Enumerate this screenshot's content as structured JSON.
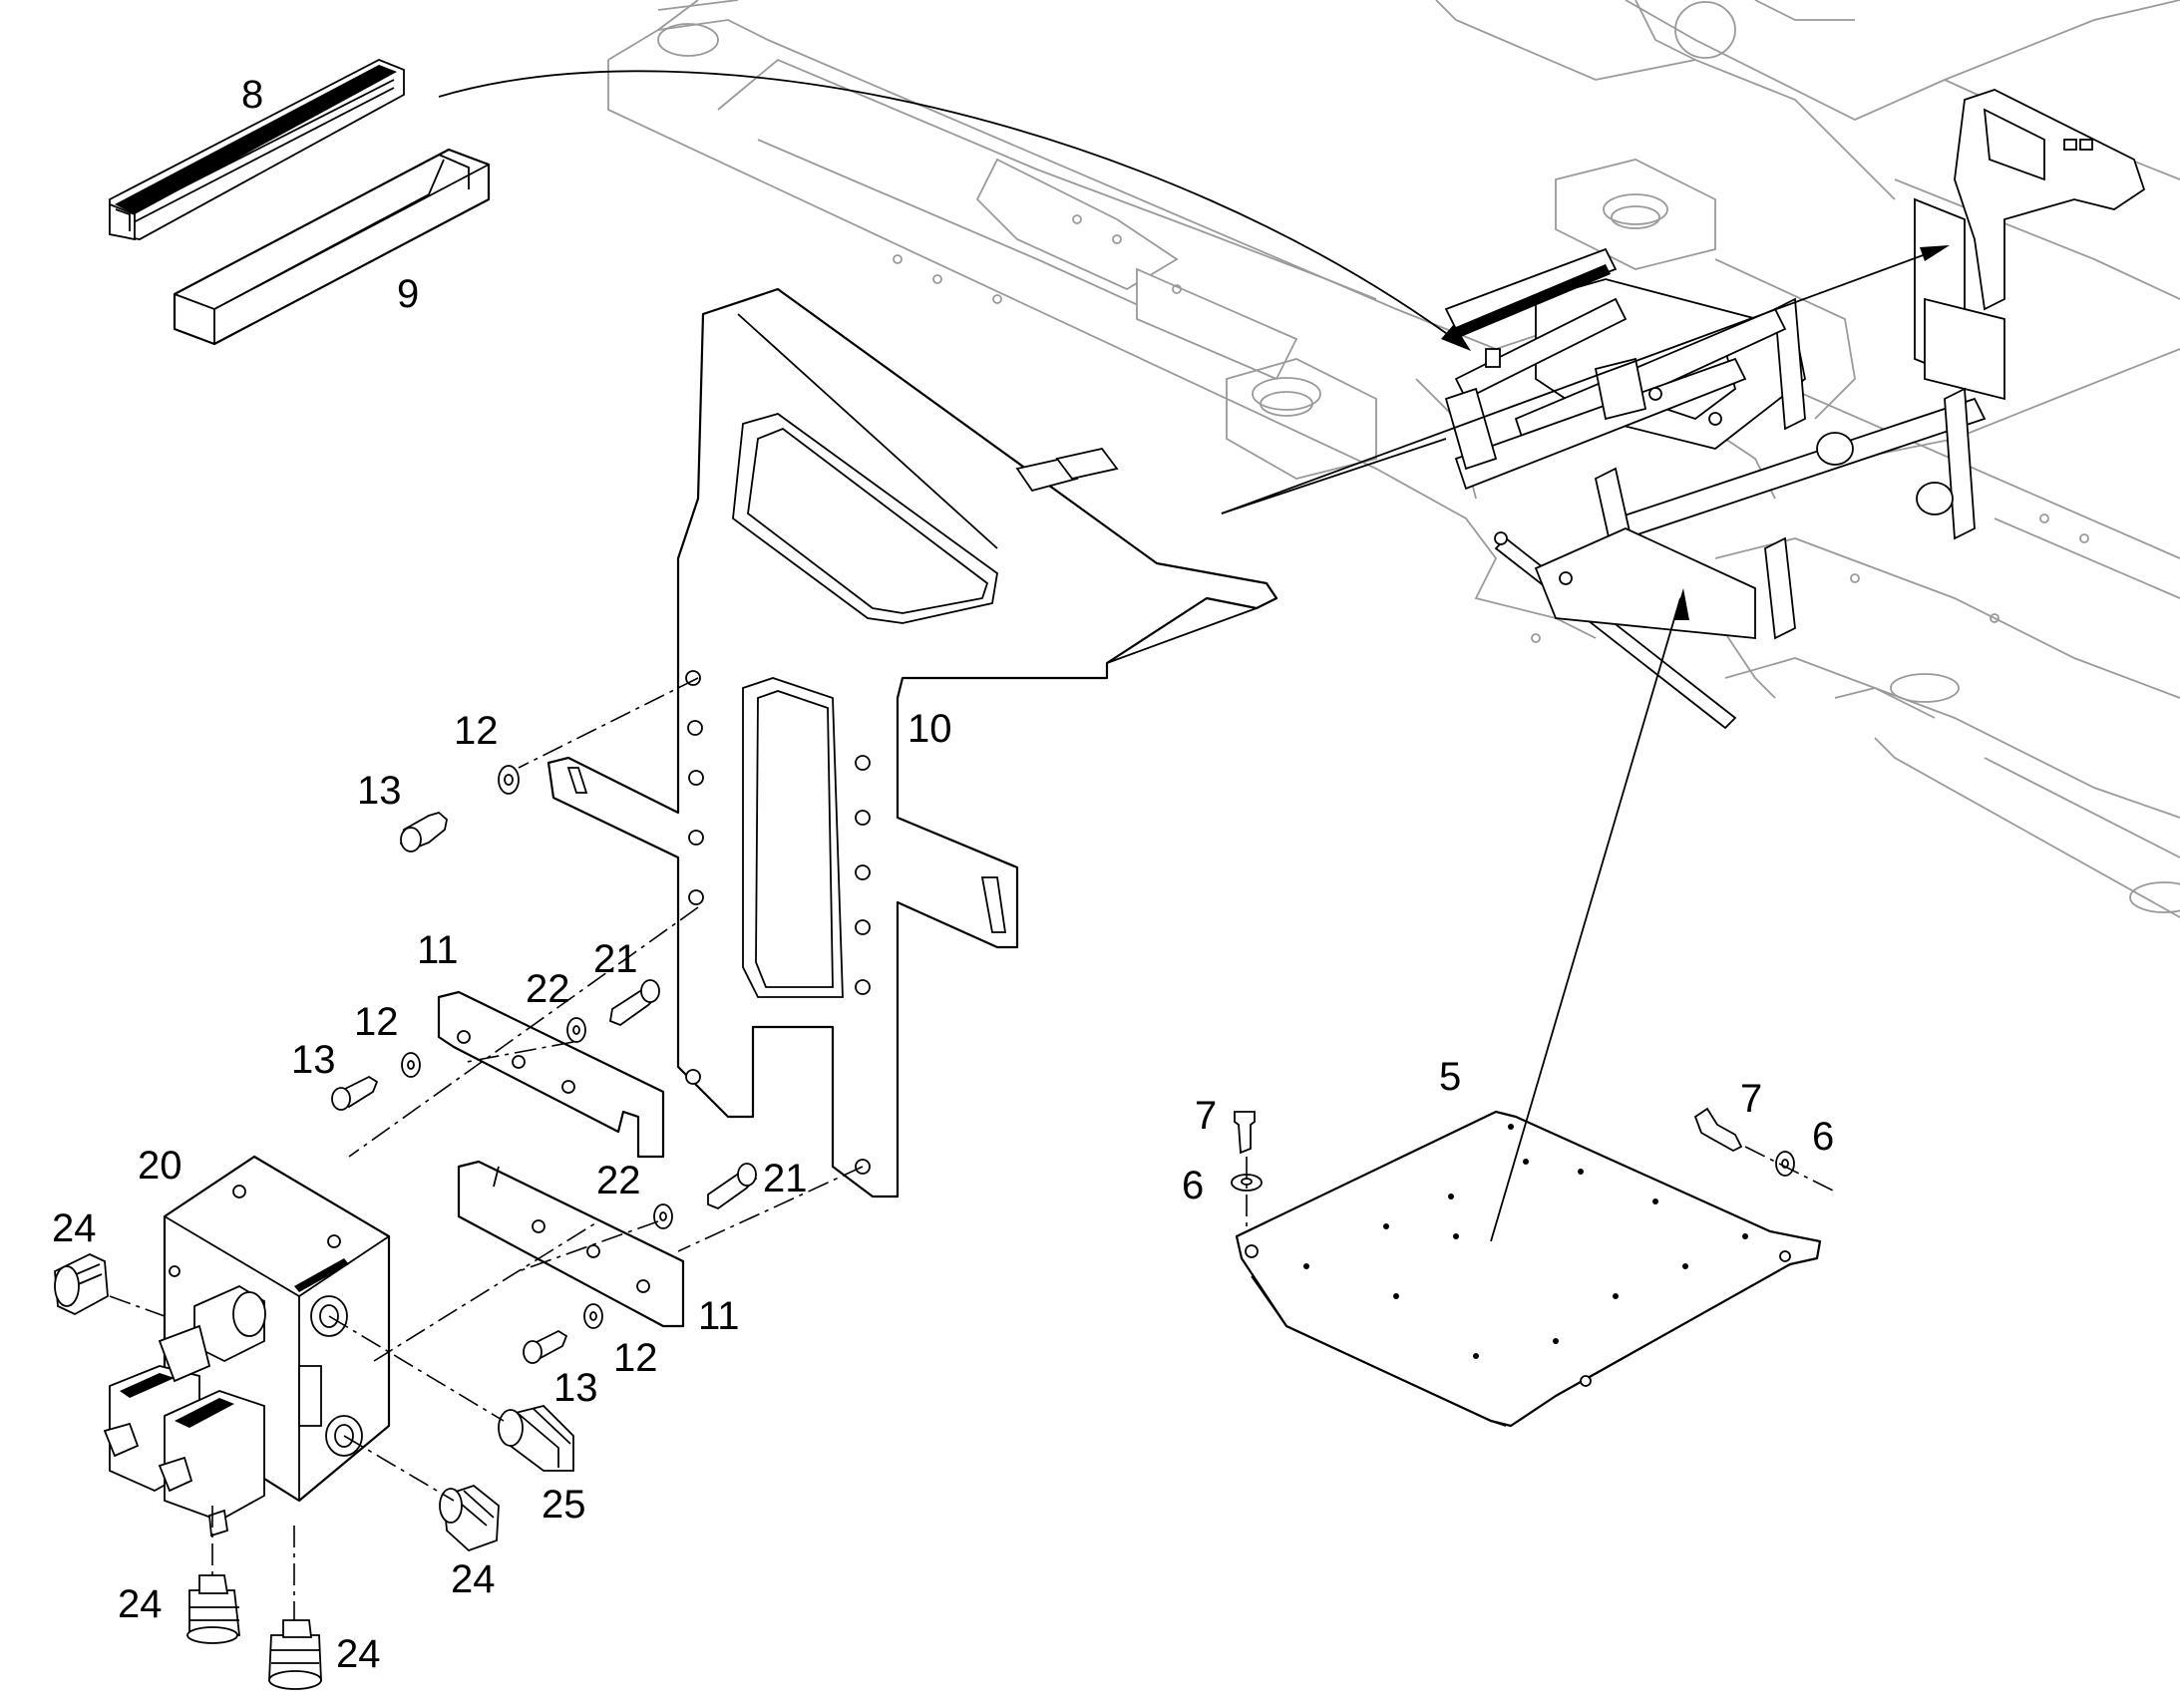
{
  "callouts": {
    "c5": "5",
    "c6a": "6",
    "c6b": "6",
    "c7a": "7",
    "c7b": "7",
    "c8": "8",
    "c9": "9",
    "c10": "10",
    "c11a": "11",
    "c11b": "11",
    "c12a": "12",
    "c12b": "12",
    "c12c": "12",
    "c13a": "13",
    "c13b": "13",
    "c13c": "13",
    "c20": "20",
    "c21a": "21",
    "c21b": "21",
    "c22a": "22",
    "c22b": "22",
    "c24a": "24",
    "c24b": "24",
    "c24c": "24",
    "c24d": "24",
    "c25": "25"
  }
}
